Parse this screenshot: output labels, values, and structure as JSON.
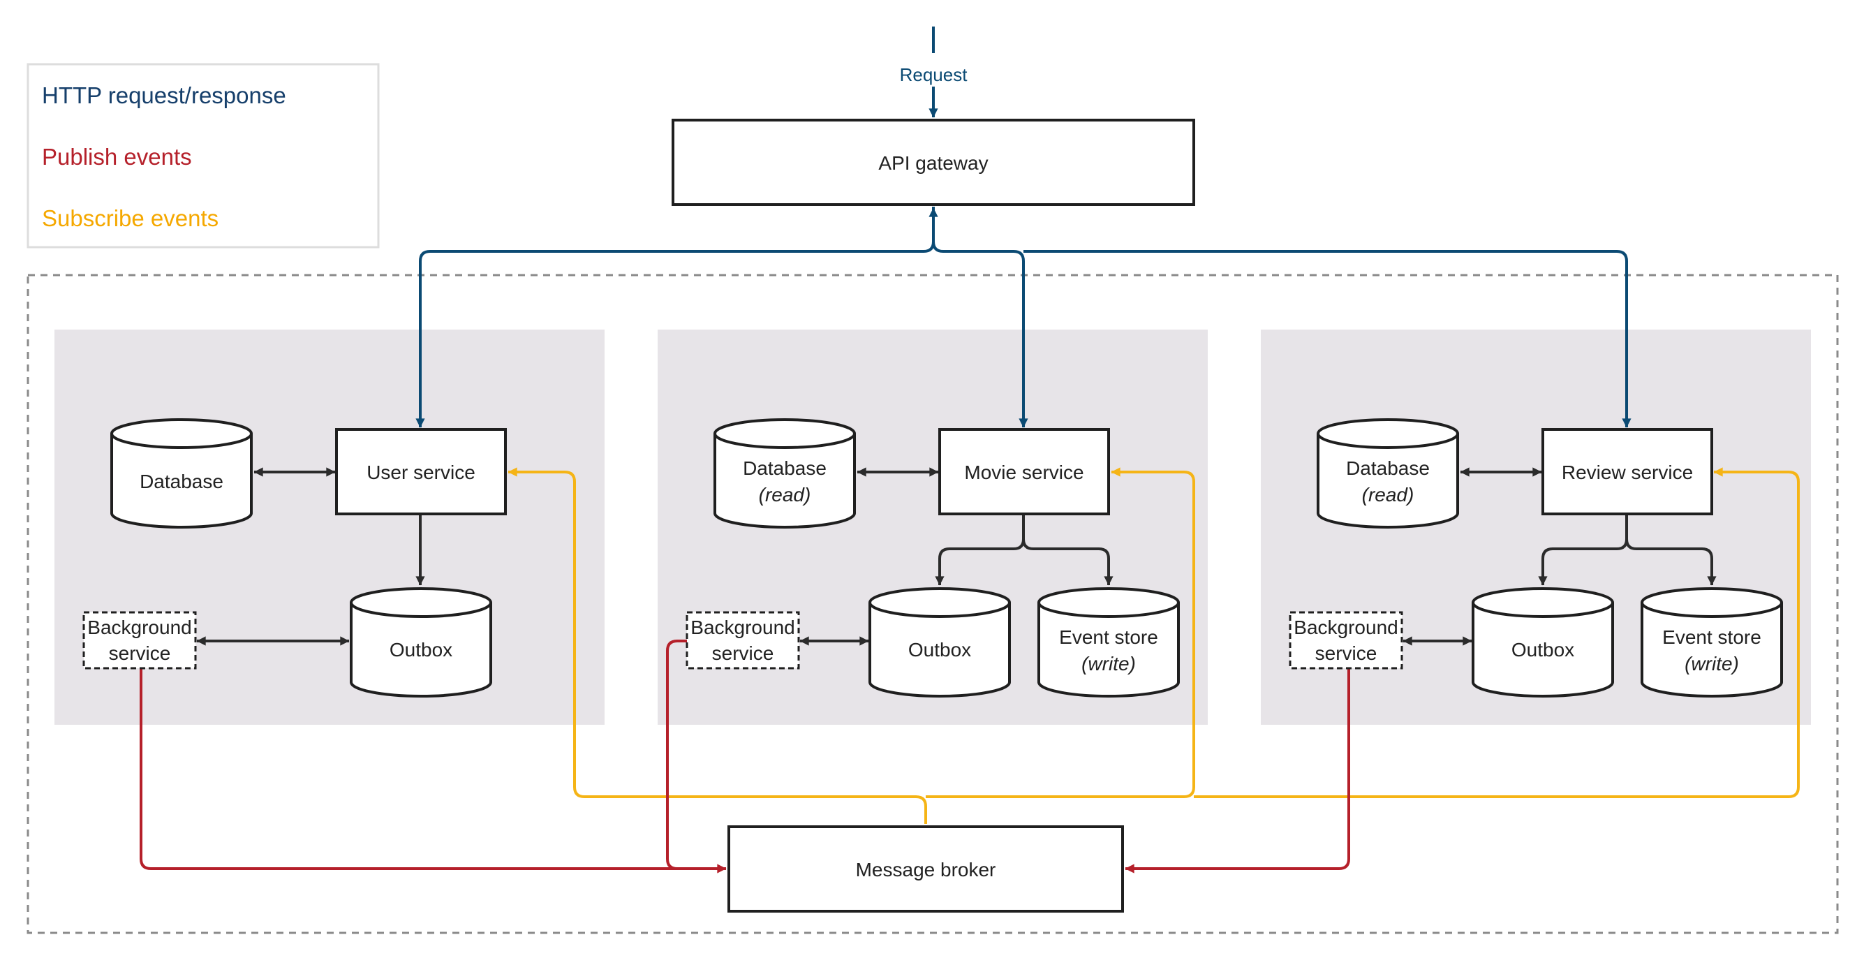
{
  "legend": {
    "items": [
      {
        "label": "HTTP request/response",
        "color": "#163f6b"
      },
      {
        "label": "Publish events",
        "color": "#b5202a"
      },
      {
        "label": "Subscribe events",
        "color": "#f5a800"
      }
    ]
  },
  "colors": {
    "http": "#0b4a73",
    "publish": "#b5202a",
    "subscribe": "#f5b416",
    "internal": "#2b2b2b",
    "panel": "#e7e4e8",
    "node_border": "#1f1f1f"
  },
  "request_label": "Request",
  "nodes": {
    "api_gateway": "API gateway",
    "message_broker": "Message broker",
    "user": {
      "service": "User service",
      "database": "Database",
      "outbox": "Outbox",
      "background": [
        "Background",
        "service"
      ]
    },
    "movie": {
      "service": "Movie service",
      "database": "Database",
      "database_note": "(read)",
      "outbox": "Outbox",
      "event_store": "Event store",
      "event_store_note": "(write)",
      "background": [
        "Background",
        "service"
      ]
    },
    "review": {
      "service": "Review service",
      "database": "Database",
      "database_note": "(read)",
      "outbox": "Outbox",
      "event_store": "Event store",
      "event_store_note": "(write)",
      "background": [
        "Background",
        "service"
      ]
    }
  }
}
